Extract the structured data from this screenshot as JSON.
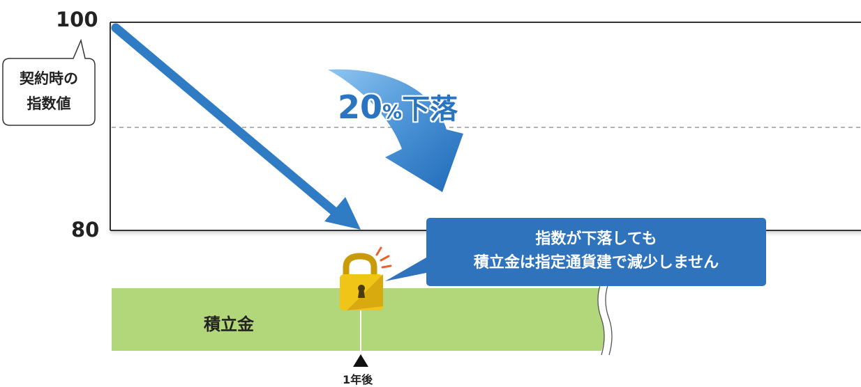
{
  "axis": {
    "top_value": "100",
    "bottom_value": "80"
  },
  "callout": {
    "line1": "契約時の",
    "line2": "指数値"
  },
  "drop_label": {
    "number": "20",
    "percent": "%",
    "text": "下落"
  },
  "banner": {
    "line1": "指数が下落しても",
    "line2": "積立金は指定通貨建で減少しません"
  },
  "bar": {
    "label": "積立金"
  },
  "marker": {
    "label": "1年後"
  },
  "colors": {
    "arrow_blue": "#2f7bc4",
    "banner_blue": "#2f73bd",
    "bar_green": "#b2d67a",
    "lock_gold": "#f1c418",
    "lock_dark": "#c99a0a",
    "accent_orange": "#e8632a"
  },
  "icons": {
    "lock": "lock-icon",
    "down_arrow": "curved-down-arrow-icon"
  }
}
